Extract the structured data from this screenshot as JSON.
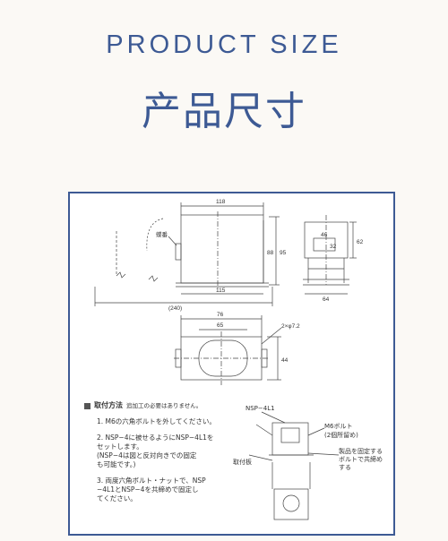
{
  "header": {
    "title_en": "PRODUCT SIZE",
    "title_cn": "产品尺寸"
  },
  "drawing": {
    "front_width_top": "118",
    "front_width_bottom": "115",
    "overall_width": "(240)",
    "height_inner": "88",
    "height_outer": "95",
    "side_height": "62",
    "side_inner_width": "46",
    "side_inner_height": "32",
    "side_width": "64",
    "hinge_label": "蝶番",
    "plan_width_outer": "76",
    "plan_width_inner": "65",
    "plan_depth": "44",
    "hole_label": "2×φ7.2",
    "callout_model": "NSP−4L1",
    "callout_bolt": "M6ボルト",
    "callout_bolt_sub": "(2個所留め)",
    "callout_bracket": "取付板",
    "callout_fix_1": "製品を固定する",
    "callout_fix_2": "ボルトで共締め",
    "callout_fix_3": "する"
  },
  "instructions": {
    "heading": "取付方法",
    "subheading": "追加工の必要はありません。",
    "step1": [
      "1. M6の六角ボルトを外してください。"
    ],
    "step2": [
      "2. NSP−4に被せるようにNSP−4L1を",
      "   セットします。",
      "   (NSP−4は図と反対向きでの固定",
      "   も可能です。)"
    ],
    "step3": [
      "3. 両度六角ボルト・ナットで、NSP",
      "   −4L1とNSP−4を共締めで固定し",
      "   てください。"
    ]
  }
}
